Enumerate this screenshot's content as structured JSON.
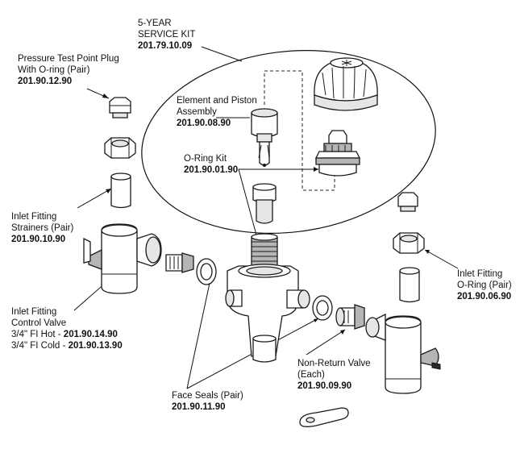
{
  "labels": {
    "service_kit": {
      "lines": [
        "5-YEAR",
        "SERVICE KIT"
      ],
      "code": "201.79.10.09"
    },
    "pressure_plug": {
      "lines": [
        "Pressure Test Point Plug",
        "With O-ring (Pair)"
      ],
      "code": "201.90.12.90"
    },
    "element_piston": {
      "lines": [
        "Element and Piston",
        "Assembly"
      ],
      "code": "201.90.08.90"
    },
    "oring_kit": {
      "lines": [
        "O-Ring Kit"
      ],
      "code": "201.90.01.90"
    },
    "inlet_strainers": {
      "lines": [
        "Inlet Fitting",
        "Strainers (Pair)"
      ],
      "code": "201.90.10.90"
    },
    "inlet_oring": {
      "lines": [
        "Inlet Fitting",
        "O-Ring (Pair)"
      ],
      "code": "201.90.06.90"
    },
    "control_valve": {
      "lines": [
        "Inlet Fitting",
        "Control Valve"
      ],
      "hot_text": "3/4\" FI Hot - ",
      "hot_code": "201.90.14.90",
      "cold_text": "3/4\" FI Cold - ",
      "cold_code": "201.90.13.90"
    },
    "non_return": {
      "lines": [
        "Non-Return Valve",
        "(Each)"
      ],
      "code": "201.90.09.90"
    },
    "face_seals": {
      "lines": [
        "Face Seals (Pair)"
      ],
      "code": "201.90.11.90"
    }
  },
  "icons": [
    "pressure-plug-icon",
    "element-piston-icon",
    "thermostatic-cap-icon",
    "cartridge-icon",
    "valve-body-icon",
    "control-valve-icon",
    "non-return-valve-icon",
    "strainer-icon",
    "face-seal-icon",
    "key-tag-icon"
  ]
}
